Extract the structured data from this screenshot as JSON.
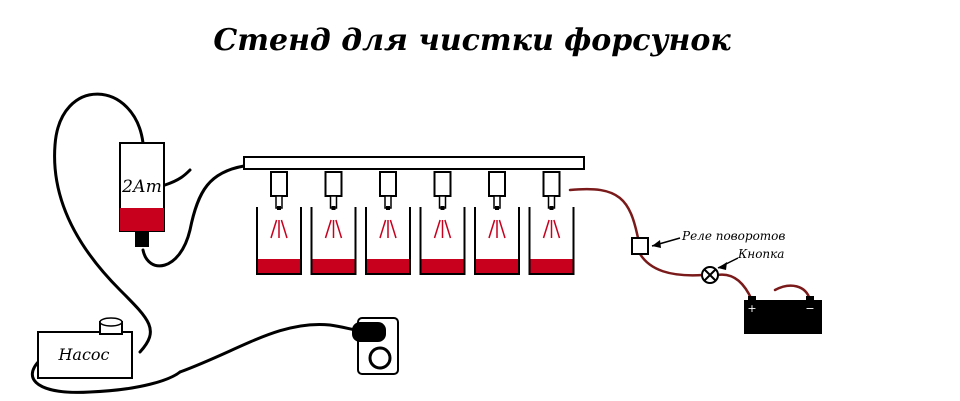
{
  "title": "Стенд для чистки форсунок",
  "labels": {
    "filter": "2Ат",
    "pump": "Насос",
    "relay": "Реле поворотов",
    "button": "Кнопка",
    "battery_plus": "+",
    "battery_minus": "−"
  },
  "colors": {
    "liquid": "#c8001e",
    "wire_red": "#7a1a1a",
    "outline": "#000000"
  },
  "icons": {
    "socket": "power-socket-icon",
    "plug": "power-plug-icon",
    "lamp": "lamp-icon",
    "battery": "battery-icon"
  },
  "injector_count": 6
}
